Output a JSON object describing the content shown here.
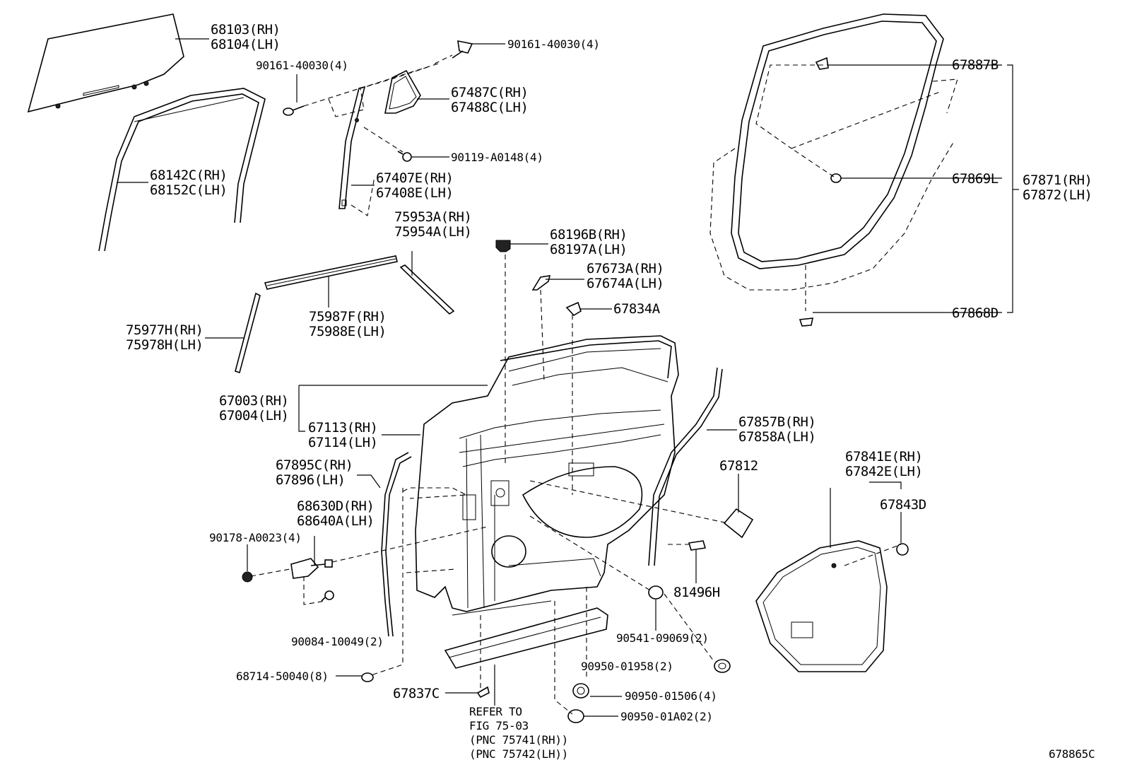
{
  "figure_code": "678865C",
  "labels": {
    "p68103": "68103(RH)",
    "p68104": "68104(LH)",
    "p90161_left": "90161-40030(4)",
    "p90161_top": "90161-40030(4)",
    "p67487": "67487C(RH)",
    "p67488": "67488C(LH)",
    "p90119": "90119-A0148(4)",
    "p68142": "68142C(RH)",
    "p68152": "68152C(LH)",
    "p67407": "67407E(RH)",
    "p67408": "67408E(LH)",
    "p75953": "75953A(RH)",
    "p75954": "75954A(LH)",
    "p68196": "68196B(RH)",
    "p68197": "68197A(LH)",
    "p67673": "67673A(RH)",
    "p67674": "67674A(LH)",
    "p67834": "67834A",
    "p75987": "75987F(RH)",
    "p75988": "75988E(LH)",
    "p75977": "75977H(RH)",
    "p75978": "75978H(LH)",
    "p67003": "67003(RH)",
    "p67004": "67004(LH)",
    "p67113": "67113(RH)",
    "p67114": "67114(LH)",
    "p67857": "67857B(RH)",
    "p67858": "67858A(LH)",
    "p67812": "67812",
    "p67895": "67895C(RH)",
    "p67896": "67896(LH)",
    "p68630": "68630D(RH)",
    "p68640": "68640A(LH)",
    "p90178": "90178-A0023(4)",
    "p67841": "67841E(RH)",
    "p67842": "67842E(LH)",
    "p67843": "67843D",
    "p81496": "81496H",
    "p90084": "90084-10049(2)",
    "p90541": "90541-09069(2)",
    "p90950_1958": "90950-01958(2)",
    "p90950_1506": "90950-01506(4)",
    "p90950_1a02": "90950-01A02(2)",
    "p68714": "68714-50040(8)",
    "p67837": "67837C",
    "p67887": "67887B",
    "p67869": "67869L",
    "p67871": "67871(RH)",
    "p67872": "67872(LH)",
    "p67868": "67868D",
    "refer_1": "REFER TO",
    "refer_2": "FIG 75-03",
    "refer_3": "(PNC 75741(RH))",
    "refer_4": "(PNC 75742(LH))"
  }
}
